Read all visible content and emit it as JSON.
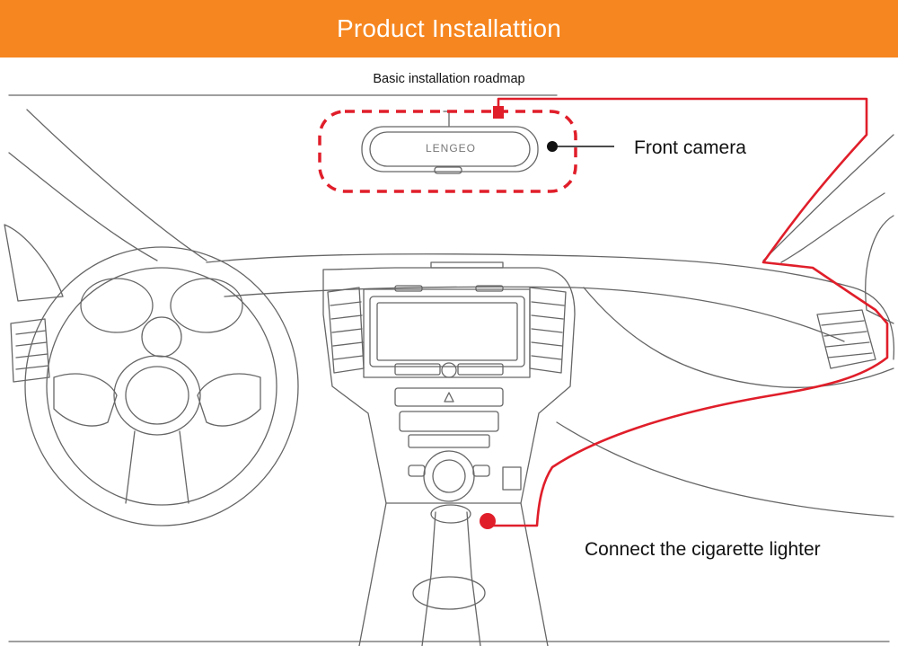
{
  "header": {
    "title": "Product Installattion"
  },
  "diagram": {
    "subtitle": "Basic installation roadmap",
    "mirror_brand": "LENGEO",
    "labels": {
      "front_camera": "Front camera",
      "cigarette_lighter": "Connect the cigarette lighter"
    }
  },
  "colors": {
    "banner": "#f6861f",
    "cable": "#e01e2a",
    "line_art": "#666666"
  }
}
